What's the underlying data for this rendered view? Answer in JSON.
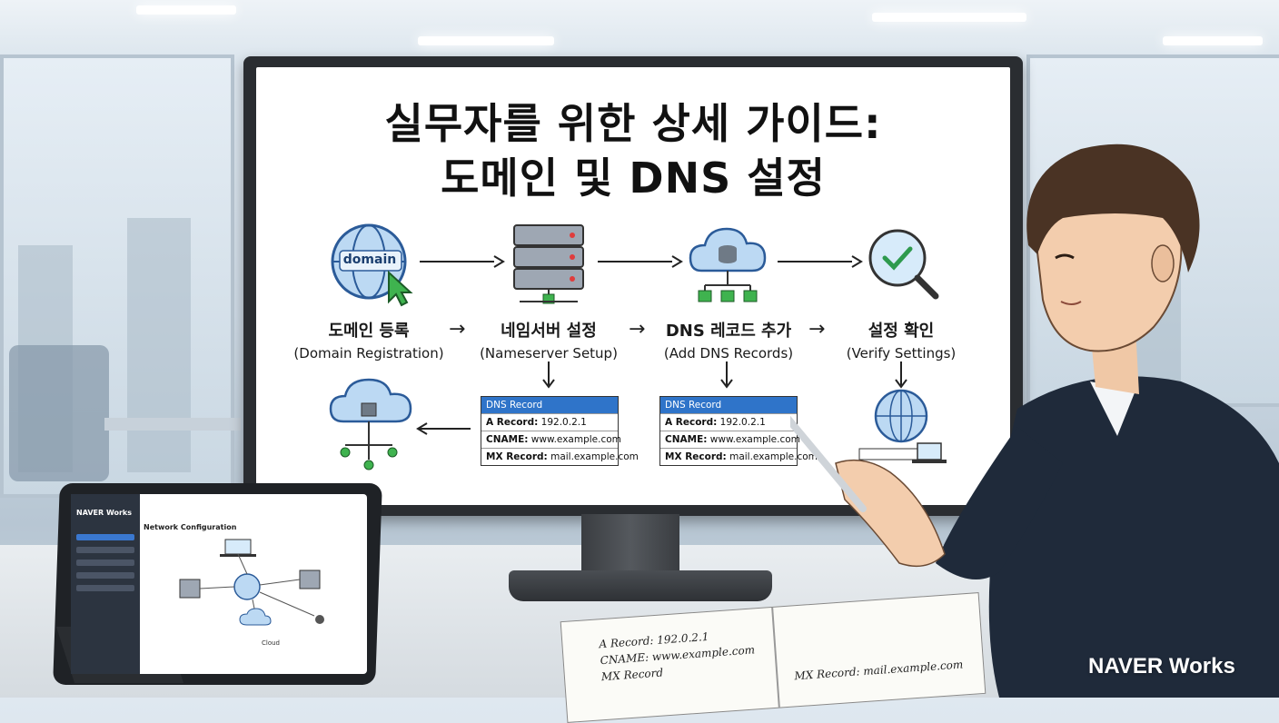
{
  "title": {
    "line1": "실무자를 위한 상세 가이드:",
    "line2": "도메인 및 DNS 설정"
  },
  "steps": [
    {
      "ko": "도메인 등록",
      "en": "(Domain Registration)",
      "icon": "globe-cursor-icon",
      "icon_text": "domain"
    },
    {
      "ko": "네임서버 설정",
      "en": "(Nameserver Setup)",
      "icon": "server-rack-icon"
    },
    {
      "ko": "DNS 레코드 추가",
      "en": "(Add DNS Records)",
      "icon": "cloud-database-icon"
    },
    {
      "ko": "설정 확인",
      "en": "(Verify Settings)",
      "icon": "magnifier-check-icon"
    }
  ],
  "dns_cards": [
    {
      "header": "DNS Record",
      "rows": [
        {
          "key": "A Record:",
          "value": "192.0.2.1"
        },
        {
          "key": "CNAME:",
          "value": "www.example.com"
        },
        {
          "key": "MX Record:",
          "value": "mail.example.com"
        }
      ]
    },
    {
      "header": "DNS Record",
      "rows": [
        {
          "key": "A Record:",
          "value": "192.0.2.1"
        },
        {
          "key": "CNAME:",
          "value": "www.example.com"
        },
        {
          "key": "MX Record:",
          "value": "mail.example.com"
        }
      ]
    }
  ],
  "tablet": {
    "app_name": "NAVER Works",
    "page_title": "Network Configuration",
    "node_labels": [
      "Cloud"
    ]
  },
  "notebook": {
    "lines_left": [
      "A Record: 192.0.2.1",
      "CNAME: www.example.com",
      "MX Record"
    ],
    "lines_right": [
      "MX Record: mail.example.com"
    ]
  },
  "brand": "NAVER Works",
  "colors": {
    "accent_blue": "#2f74c9",
    "icon_blue": "#3a7bd5",
    "check_green": "#2e9a4e",
    "suit_navy": "#1f2a3a"
  }
}
